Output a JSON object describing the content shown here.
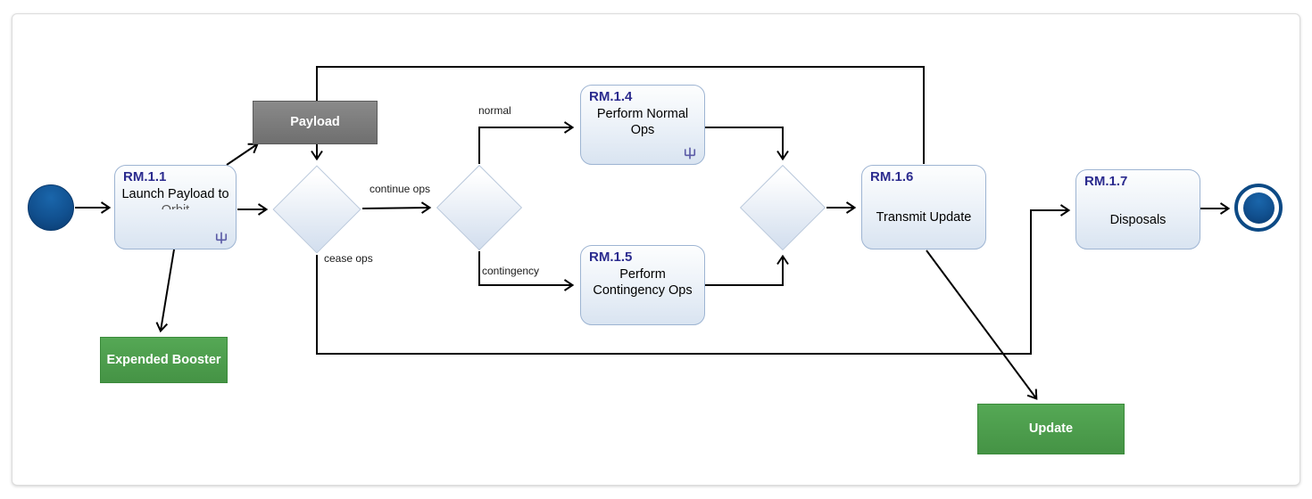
{
  "diagram": {
    "title": "activity-flow-diagram",
    "nodes": {
      "rm11": {
        "id": "RM.1.1",
        "label": "Launch Payload to",
        "label_clipped": "Orbit",
        "has_rake_icon": true
      },
      "rm14": {
        "id": "RM.1.4",
        "label": "Perform Normal Ops",
        "has_rake_icon": true
      },
      "rm15": {
        "id": "RM.1.5",
        "label": "Perform Contingency Ops",
        "has_rake_icon": false
      },
      "rm16": {
        "id": "RM.1.6",
        "label": "Transmit Update",
        "has_rake_icon": false
      },
      "rm17": {
        "id": "RM.1.7",
        "label": "Disposals",
        "has_rake_icon": false
      },
      "payload": {
        "label": "Payload"
      },
      "expended_booster": {
        "label": "Expended Booster"
      },
      "update": {
        "label": "Update"
      }
    },
    "edge_labels": {
      "continue_ops": "continue ops",
      "cease_ops": "cease ops",
      "normal": "normal",
      "contingency": "contingency"
    },
    "colors": {
      "action_border": "#9db4d2",
      "action_fill": "#e2eaf4",
      "action_id_text": "#2b2b8e",
      "object_gray": "#757575",
      "object_green": "#4a9b4a",
      "node_navy": "#0d4a85",
      "edge_line": "#000000",
      "rake_icon": "#5b5ba6"
    }
  }
}
